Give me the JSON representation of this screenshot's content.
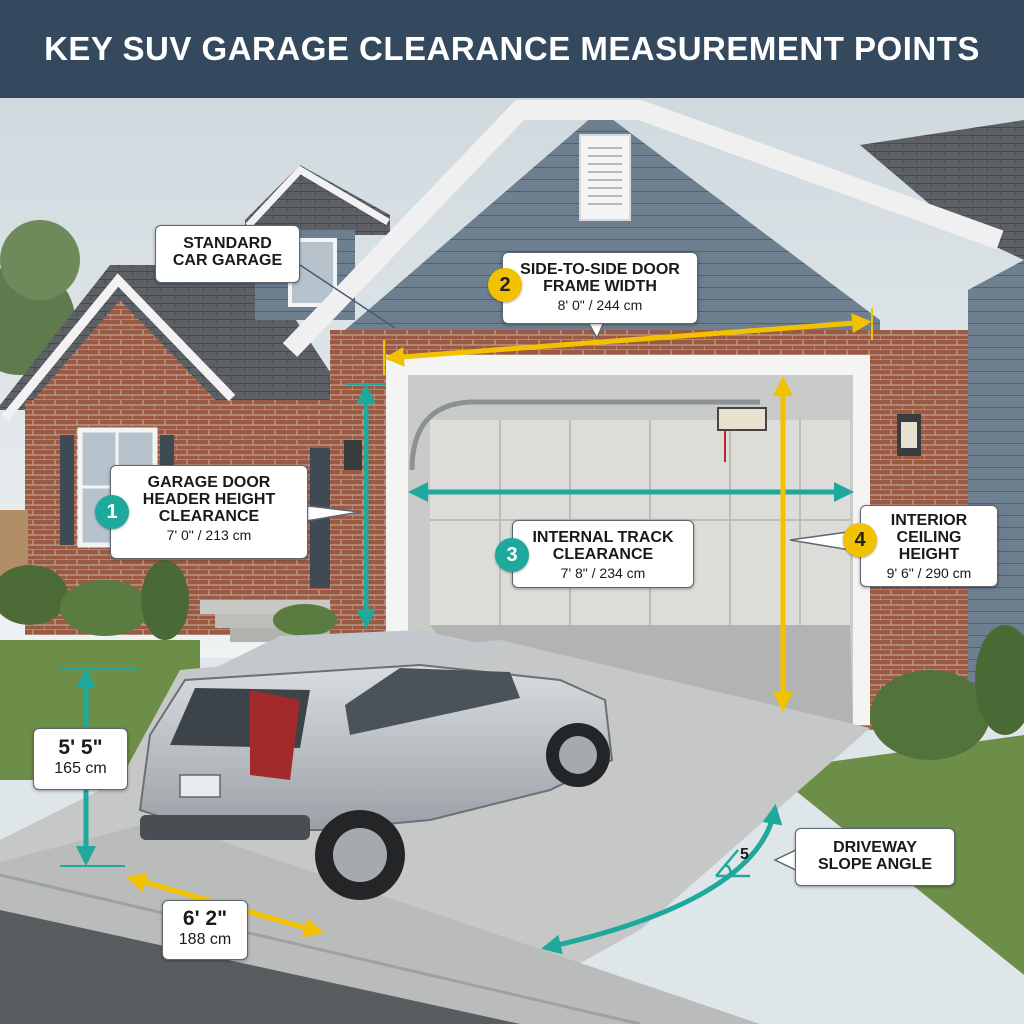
{
  "title": "KEY SUV GARAGE CLEARANCE MEASUREMENT POINTS",
  "colors": {
    "title_bar": "#34495e",
    "teal_accent": "#1fa99c",
    "gold_accent": "#f2c200",
    "brick": "#9b5a44",
    "siding": "#6e7f90"
  },
  "callouts": {
    "standard_garage": {
      "line1": "STANDARD",
      "line2": "CAR GARAGE"
    },
    "header_height": {
      "number": "1",
      "line1": "GARAGE DOOR",
      "line2": "HEADER HEIGHT",
      "line3": "CLEARANCE",
      "value": "7' 0\" / 213 cm"
    },
    "door_width": {
      "number": "2",
      "line1": "SIDE-TO-SIDE DOOR",
      "line2": "FRAME WIDTH",
      "value": "8' 0\" / 244 cm"
    },
    "track_clearance": {
      "number": "3",
      "line1": "INTERNAL TRACK",
      "line2": "CLEARANCE",
      "value": "7' 8\" / 234 cm"
    },
    "ceiling_height": {
      "number": "4",
      "line1": "INTERIOR",
      "line2": "CEILING",
      "line3": "HEIGHT",
      "value": "9' 6\" / 290 cm"
    },
    "driveway_slope": {
      "number": "5",
      "line1": "DRIVEWAY",
      "line2": "SLOPE ANGLE"
    }
  },
  "vehicle": {
    "height": {
      "imperial": "5' 5\"",
      "metric": "165 cm"
    },
    "width": {
      "imperial": "6' 2\"",
      "metric": "188 cm"
    }
  }
}
